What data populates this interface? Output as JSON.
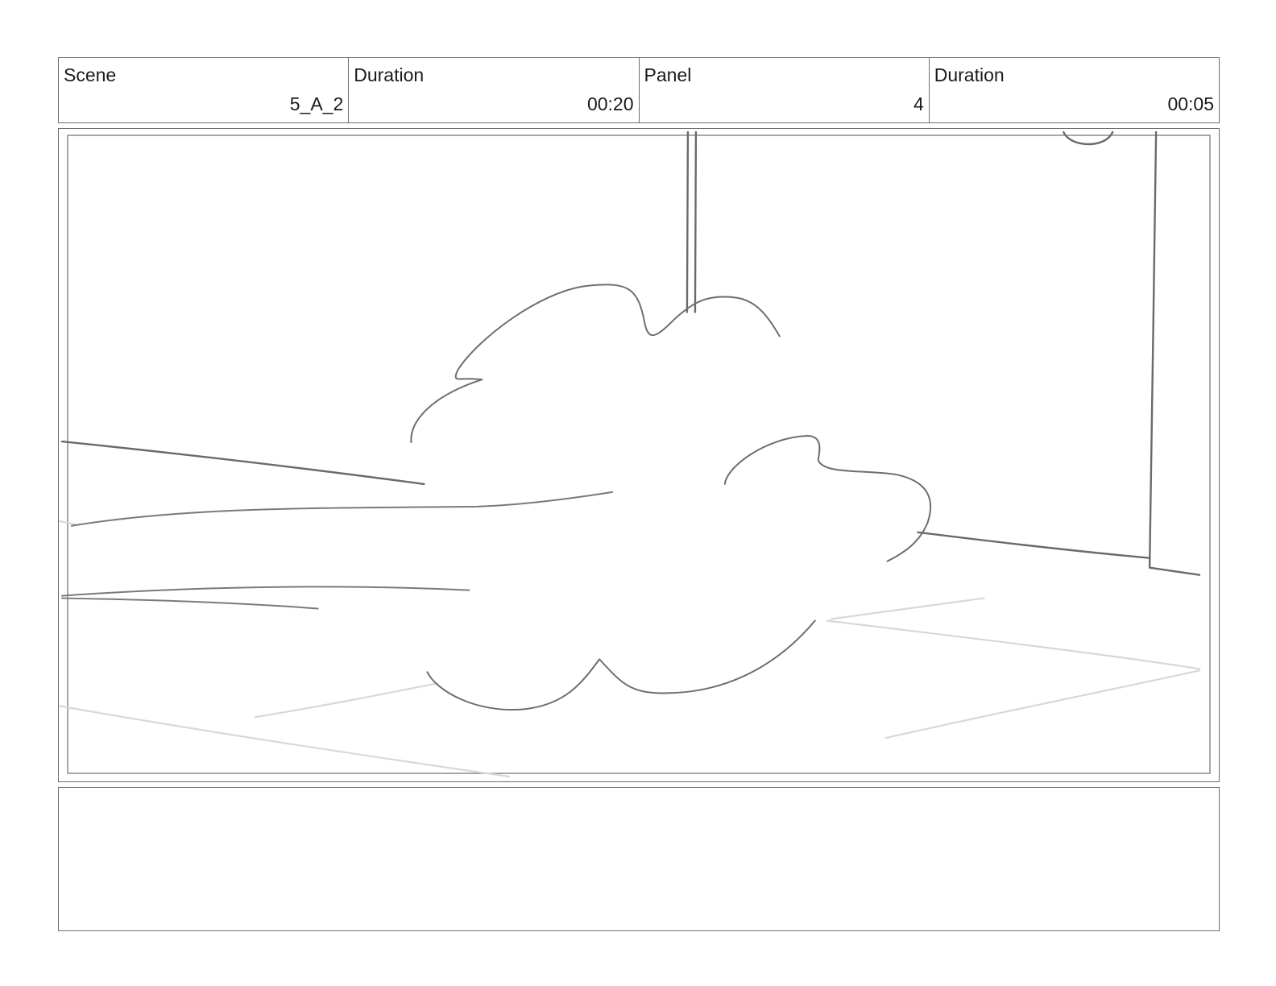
{
  "header": {
    "scene": {
      "label": "Scene",
      "value": "5_A_2"
    },
    "duration": {
      "label": "Duration",
      "value": "00:20"
    },
    "panel": {
      "label": "Panel",
      "value": "4"
    },
    "panel_duration": {
      "label": "Duration",
      "value": "00:05"
    }
  },
  "notes": {
    "text": ""
  }
}
